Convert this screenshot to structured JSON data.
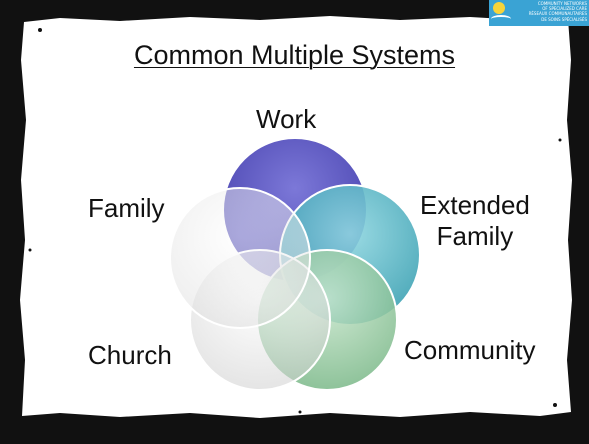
{
  "slide": {
    "title": "Common Multiple Systems"
  },
  "logo": {
    "line1": "Community networks",
    "line2": "of specialized care",
    "line3": "Réseaux communautaires",
    "line4": "de soins spécialisés"
  },
  "diagram": {
    "labels": {
      "work": "Work",
      "family": "Family",
      "extended_line1": "Extended",
      "extended_line2": "Family",
      "church": "Church",
      "community": "Community"
    },
    "circles": [
      {
        "name": "work",
        "color": "#5c57c4"
      },
      {
        "name": "extended-family",
        "color": "#4fb4c4"
      },
      {
        "name": "community",
        "color": "#8ec49a"
      },
      {
        "name": "church",
        "color": "#d8d8d8"
      },
      {
        "name": "family",
        "color": "#f2f2f2"
      }
    ],
    "colors": {
      "frame": "#111111",
      "panel": "#ffffff"
    }
  }
}
